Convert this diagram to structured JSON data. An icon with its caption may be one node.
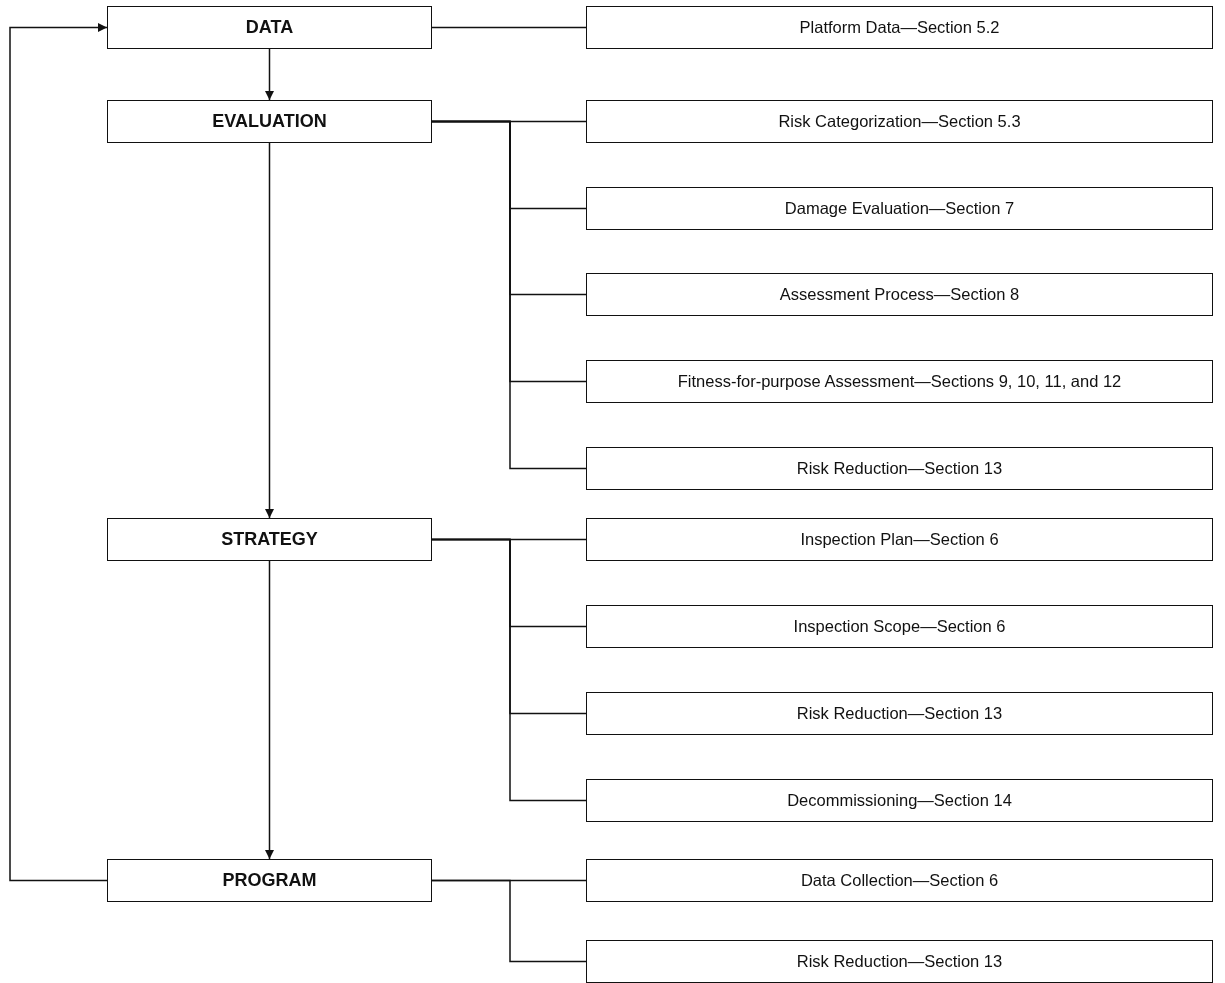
{
  "diagram": {
    "nodes": [
      {
        "text": [
          "DATA"
        ]
      },
      {
        "text": [
          "Platform Data—Section 5.2"
        ]
      },
      {
        "text": [
          "EVALUATION"
        ]
      },
      {
        "text": [
          "Risk Categorization—Section 5.3"
        ]
      },
      {
        "text": [
          "Damage Evaluation—Section 7"
        ]
      },
      {
        "text": [
          "Assessment Process—Section 8"
        ]
      },
      {
        "text": [
          "Fitness-for-purpose Assessment—Sections 9, 10, 11, and 12"
        ]
      },
      {
        "text": [
          "Risk Reduction—Section 13"
        ]
      },
      {
        "text": [
          "STRATEGY"
        ]
      },
      {
        "text": [
          "Inspection Plan—Section 6"
        ]
      },
      {
        "text": [
          "Inspection Scope—Section 6"
        ]
      },
      {
        "text": [
          "Risk Reduction—Section 13"
        ]
      },
      {
        "text": [
          "Decommissioning—Section 14"
        ]
      },
      {
        "text": [
          "PROGRAM"
        ]
      },
      {
        "text": [
          "Data Collection—Section 6"
        ]
      },
      {
        "text": [
          "Risk Reduction—Section 13"
        ]
      }
    ],
    "edges": [
      {
        "from": 0,
        "to": 2,
        "arrow": "to"
      },
      {
        "from": 2,
        "to": 8,
        "arrow": "to"
      },
      {
        "from": 8,
        "to": 13,
        "arrow": "to"
      },
      {
        "from": 13,
        "to": 0,
        "arrow": "to"
      },
      {
        "from": 0,
        "to": 1,
        "arrow": "none"
      },
      {
        "from": 2,
        "to": 3,
        "arrow": "none"
      },
      {
        "from": 2,
        "to": 4,
        "arrow": "none"
      },
      {
        "from": 2,
        "to": 5,
        "arrow": "none"
      },
      {
        "from": 2,
        "to": 6,
        "arrow": "none"
      },
      {
        "from": 2,
        "to": 7,
        "arrow": "none"
      },
      {
        "from": 8,
        "to": 9,
        "arrow": "none"
      },
      {
        "from": 8,
        "to": 10,
        "arrow": "none"
      },
      {
        "from": 8,
        "to": 11,
        "arrow": "none"
      },
      {
        "from": 8,
        "to": 12,
        "arrow": "none"
      },
      {
        "from": 13,
        "to": 14,
        "arrow": "none"
      },
      {
        "from": 13,
        "to": 15,
        "arrow": "none"
      }
    ]
  }
}
